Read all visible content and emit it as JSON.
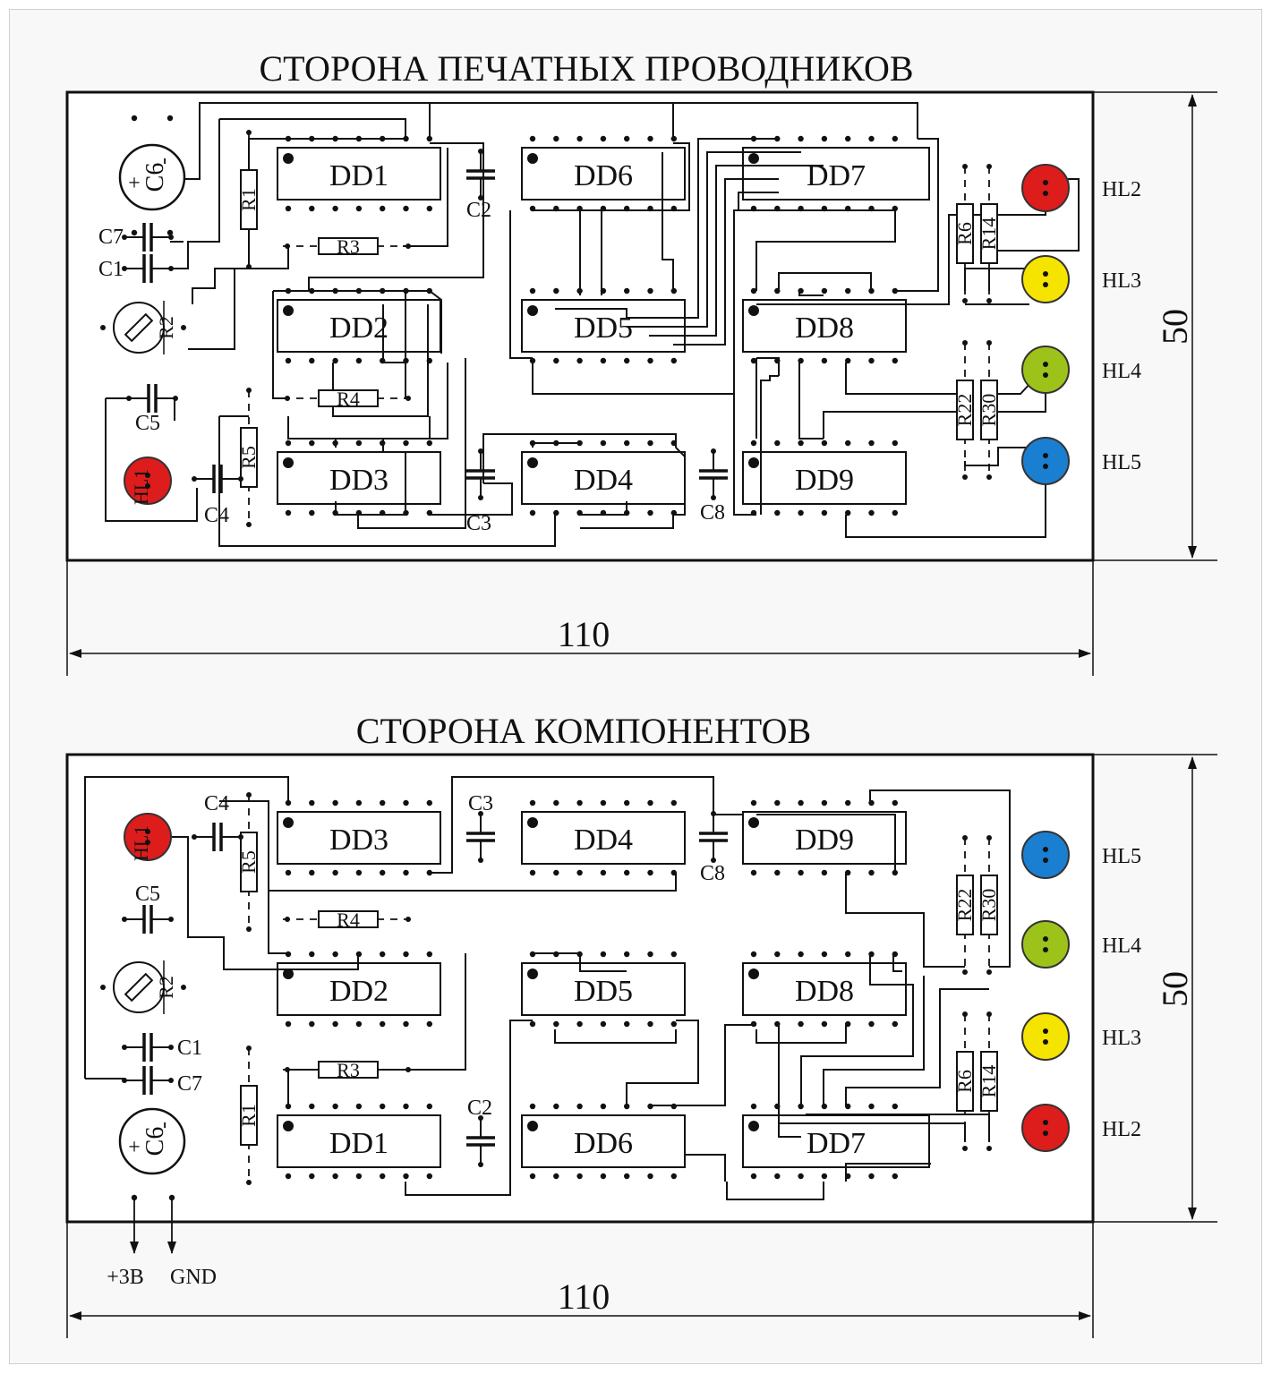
{
  "top_title": "СТОРОНА ПЕЧАТНЫХ ПРОВОДНИКОВ",
  "bottom_title": "СТОРОНА КОМПОНЕНТОВ",
  "dims": {
    "width": "110",
    "height": "50"
  },
  "top_board": {
    "chips": [
      "DD1",
      "DD6",
      "DD7",
      "DD2",
      "DD5",
      "DD8",
      "DD3",
      "DD4",
      "DD9"
    ],
    "resistors": [
      "R1",
      "R3",
      "R4",
      "R5",
      "R6",
      "R14",
      "R22",
      "R30"
    ],
    "caps": [
      "C6",
      "C7",
      "C1",
      "C5",
      "C2",
      "C4",
      "C3",
      "C8"
    ],
    "trimmer": "R2",
    "leds": [
      {
        "id": "HL1",
        "color": "#dd1c1c"
      },
      {
        "id": "HL2",
        "color": "#dd1c1c"
      },
      {
        "id": "HL3",
        "color": "#f5e400"
      },
      {
        "id": "HL4",
        "color": "#9dc21a"
      },
      {
        "id": "HL5",
        "color": "#1a7fd0"
      }
    ]
  },
  "bottom_board": {
    "chips": [
      "DD3",
      "DD4",
      "DD9",
      "DD2",
      "DD5",
      "DD8",
      "DD1",
      "DD6",
      "DD7"
    ],
    "resistors": [
      "R5",
      "R4",
      "R3",
      "R1",
      "R22",
      "R30",
      "R6",
      "R14"
    ],
    "caps": [
      "C4",
      "C3",
      "C8",
      "C5",
      "C1",
      "C7",
      "C2",
      "C6"
    ],
    "trimmer": "R2",
    "power": [
      "+3В",
      "GND"
    ]
  }
}
